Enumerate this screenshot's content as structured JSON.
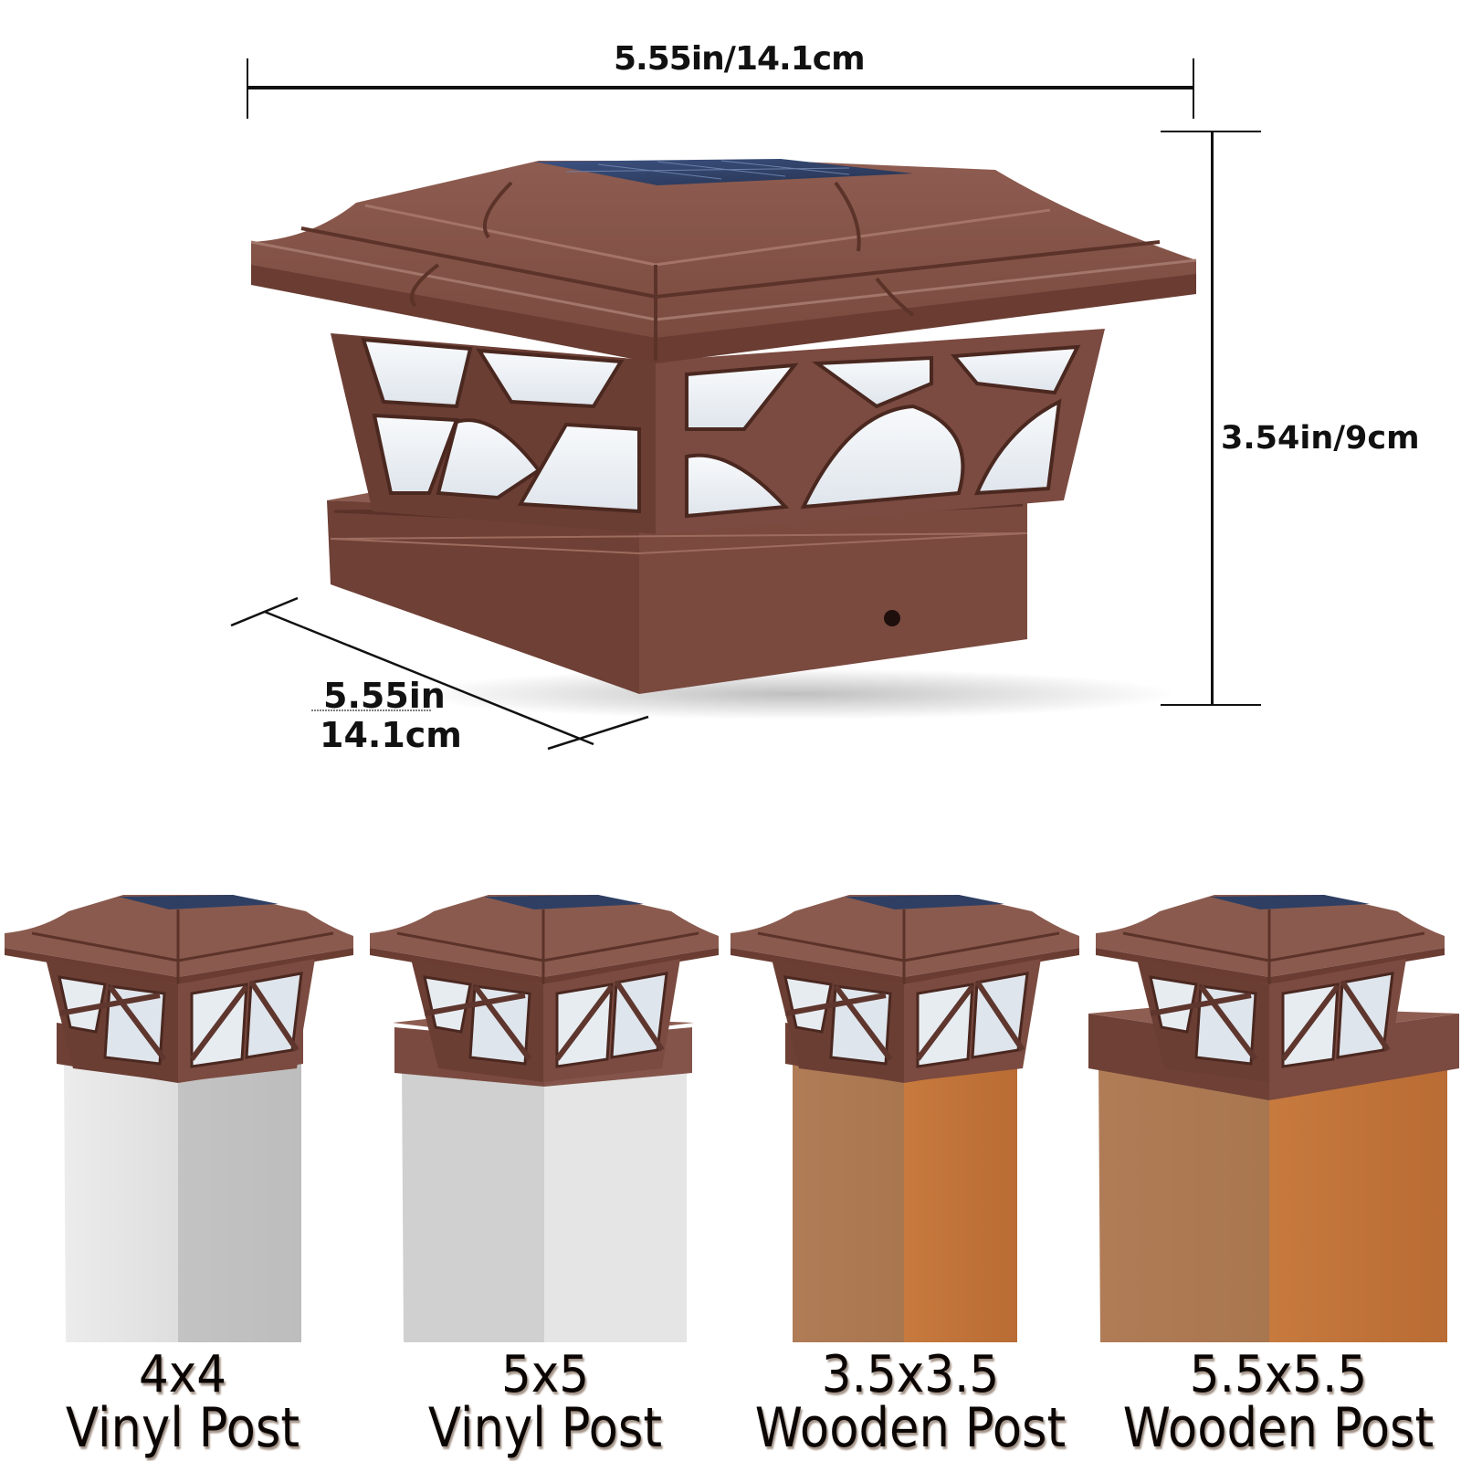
{
  "dimensions": {
    "width_top": "5.55in/14.1cm",
    "height_right": "3.54in/9cm",
    "depth_left_in": "5.55in",
    "depth_left_cm": "14.1cm"
  },
  "product": {
    "name": "solar post cap light",
    "colors": {
      "body": "#7a4a3f",
      "body_dark": "#5e362d",
      "body_light": "#9a6a5e",
      "solar_panel": "#2f3f63",
      "glass": "#eef2f6",
      "vinyl_light": "#e6e6e6",
      "vinyl_dark": "#c2c2c2",
      "wood_light": "#b07a52",
      "wood_dark": "#c2763a"
    }
  },
  "posts": [
    {
      "size": "4x4",
      "type": "Vinyl Post",
      "material": "vinyl"
    },
    {
      "size": "5x5",
      "type": "Vinyl Post",
      "material": "vinyl"
    },
    {
      "size": "3.5x3.5",
      "type": "Wooden Post",
      "material": "wood"
    },
    {
      "size": "5.5x5.5",
      "type": "Wooden Post",
      "material": "wood"
    }
  ]
}
